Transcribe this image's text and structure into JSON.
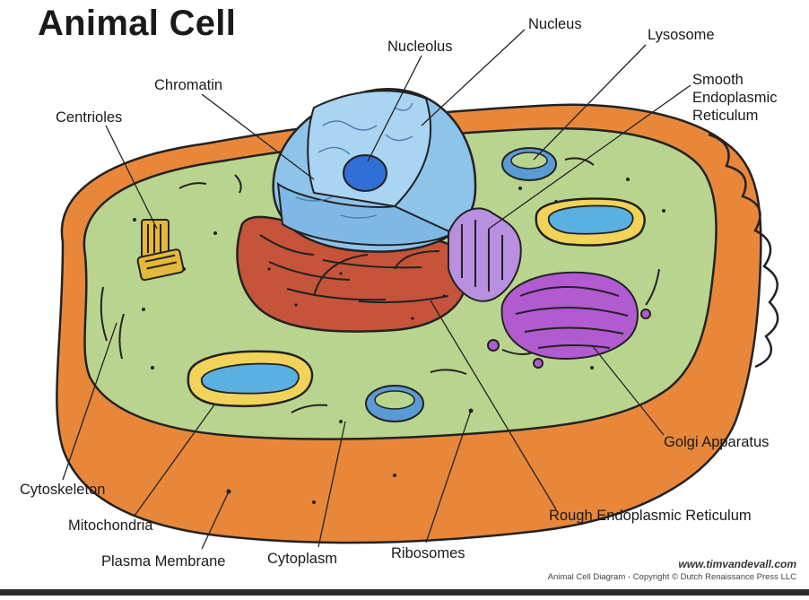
{
  "title": "Animal Cell",
  "labels": {
    "nucleus": "Nucleus",
    "lysosome": "Lysosome",
    "nucleolus": "Nucleolus",
    "smooth_er_1": "Smooth",
    "smooth_er_2": "Endoplasmic",
    "smooth_er_3": "Reticulum",
    "chromatin": "Chromatin",
    "centrioles": "Centrioles",
    "golgi": "Golgi Apparatus",
    "cytoskeleton": "Cytoskeleton",
    "mitochondria": "Mitochondria",
    "rough_er": "Rough Endoplasmic Reticulum",
    "plasma_membrane": "Plasma Membrane",
    "cytoplasm": "Cytoplasm",
    "ribosomes": "Ribosomes"
  },
  "credit": {
    "url": "www.timvandevall.com",
    "copyright": "Animal Cell Diagram - Copyright © Dutch Renaissance Press LLC"
  },
  "colors": {
    "membrane": "#e8873a",
    "cytoplasm": "#b9d48e",
    "nucleus": "#8ec3ea",
    "nucleolus": "#2f6fd6",
    "rough_er": "#c5543a",
    "smooth_er": "#b98fe0",
    "golgi": "#b25ad0",
    "mitochondria_outer": "#f1d35a",
    "mitochondria_inner": "#5ab0e0",
    "centrioles": "#e6b83a"
  }
}
